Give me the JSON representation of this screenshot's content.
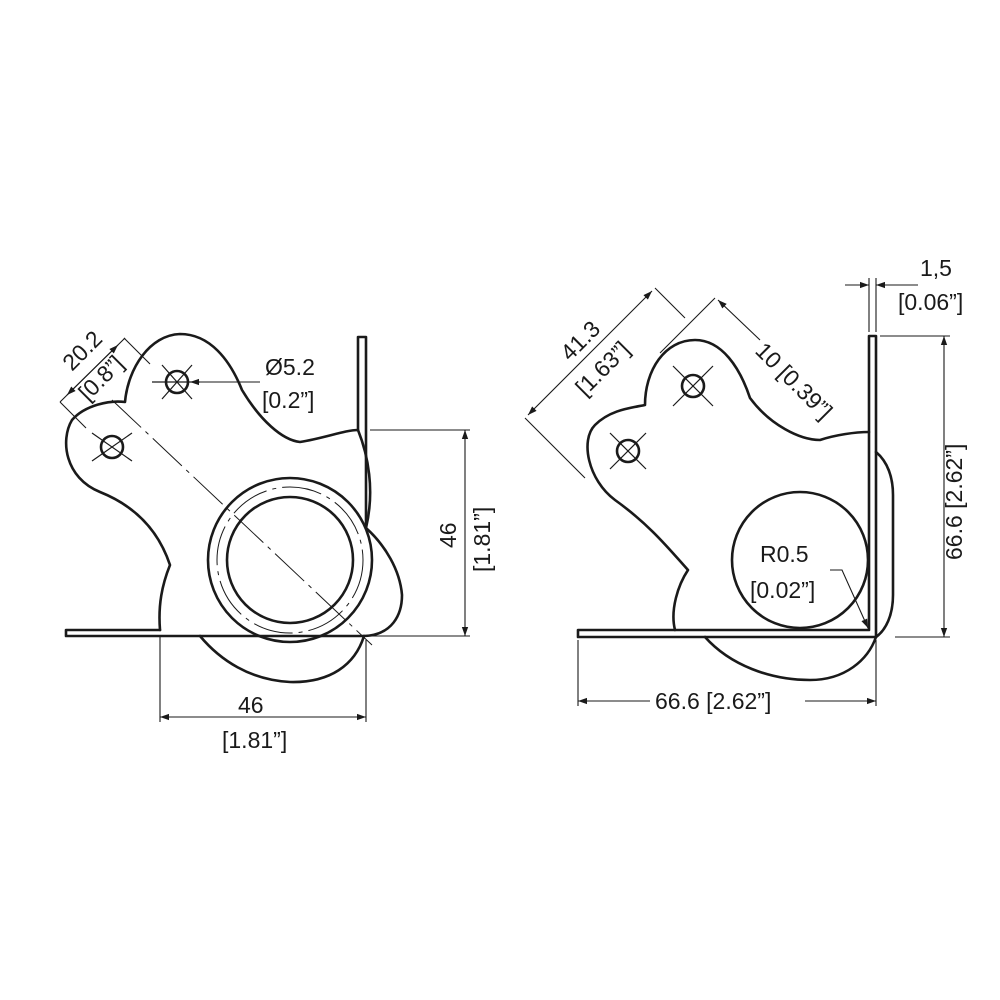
{
  "left_view": {
    "hole_diameter": "Ø5.2",
    "hole_diameter_in": "[0.2”]",
    "hole_pitch": "20.2",
    "hole_pitch_in": "[0.8”]",
    "height": "46",
    "height_in": "[1.81”]",
    "width": "46",
    "width_in": "[1.81”]"
  },
  "right_view": {
    "diagonal": "41.3",
    "diagonal_in": "[1.63”]",
    "hole_offset": "10 [0.39”]",
    "thickness": "1,5",
    "thickness_in": "[0.06”]",
    "height": "66.6 [2.62”]",
    "radius": "R0.5",
    "radius_in": "[0.02”]",
    "width": "66.6 [2.62”]"
  }
}
